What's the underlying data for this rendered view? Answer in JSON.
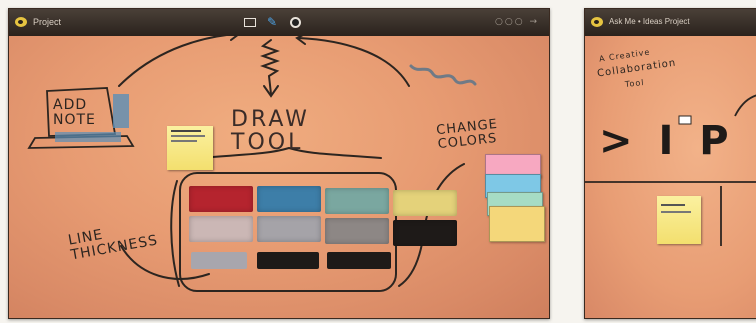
{
  "window_left": {
    "title": "Project",
    "toolbar": {
      "note_icon": "note-icon",
      "pen_icon": "pen-icon",
      "color_icon": "color-picker-icon"
    },
    "controls_text": "○○○ →"
  },
  "window_right": {
    "title": "Ask Me • Ideas Project"
  },
  "annotations": {
    "add_note": "ADD\nNOTE",
    "draw_tool": "DRAW\nTOOL",
    "change_colors": "CHANGE\nCOLORS",
    "line_thickness": "LINE\nTHICKNESS",
    "creative_line1": "A Creative",
    "creative_line2": "Collaboration",
    "creative_line3": "Tool",
    "ideas_mark": "> I P"
  },
  "colors": {
    "swatches_row1": [
      "#b5242e",
      "#3d7ea8",
      "#7aa7a0",
      "#e4d27a"
    ],
    "swatches_row2": [
      "#cbb7b5",
      "#a5a3a8",
      "#8d8785",
      "#1e1a18"
    ],
    "stack_notes": [
      "#f7a8c1",
      "#7ec8e6",
      "#a6dcc4",
      "#f4d77a"
    ],
    "accent": "#4da3e6"
  }
}
